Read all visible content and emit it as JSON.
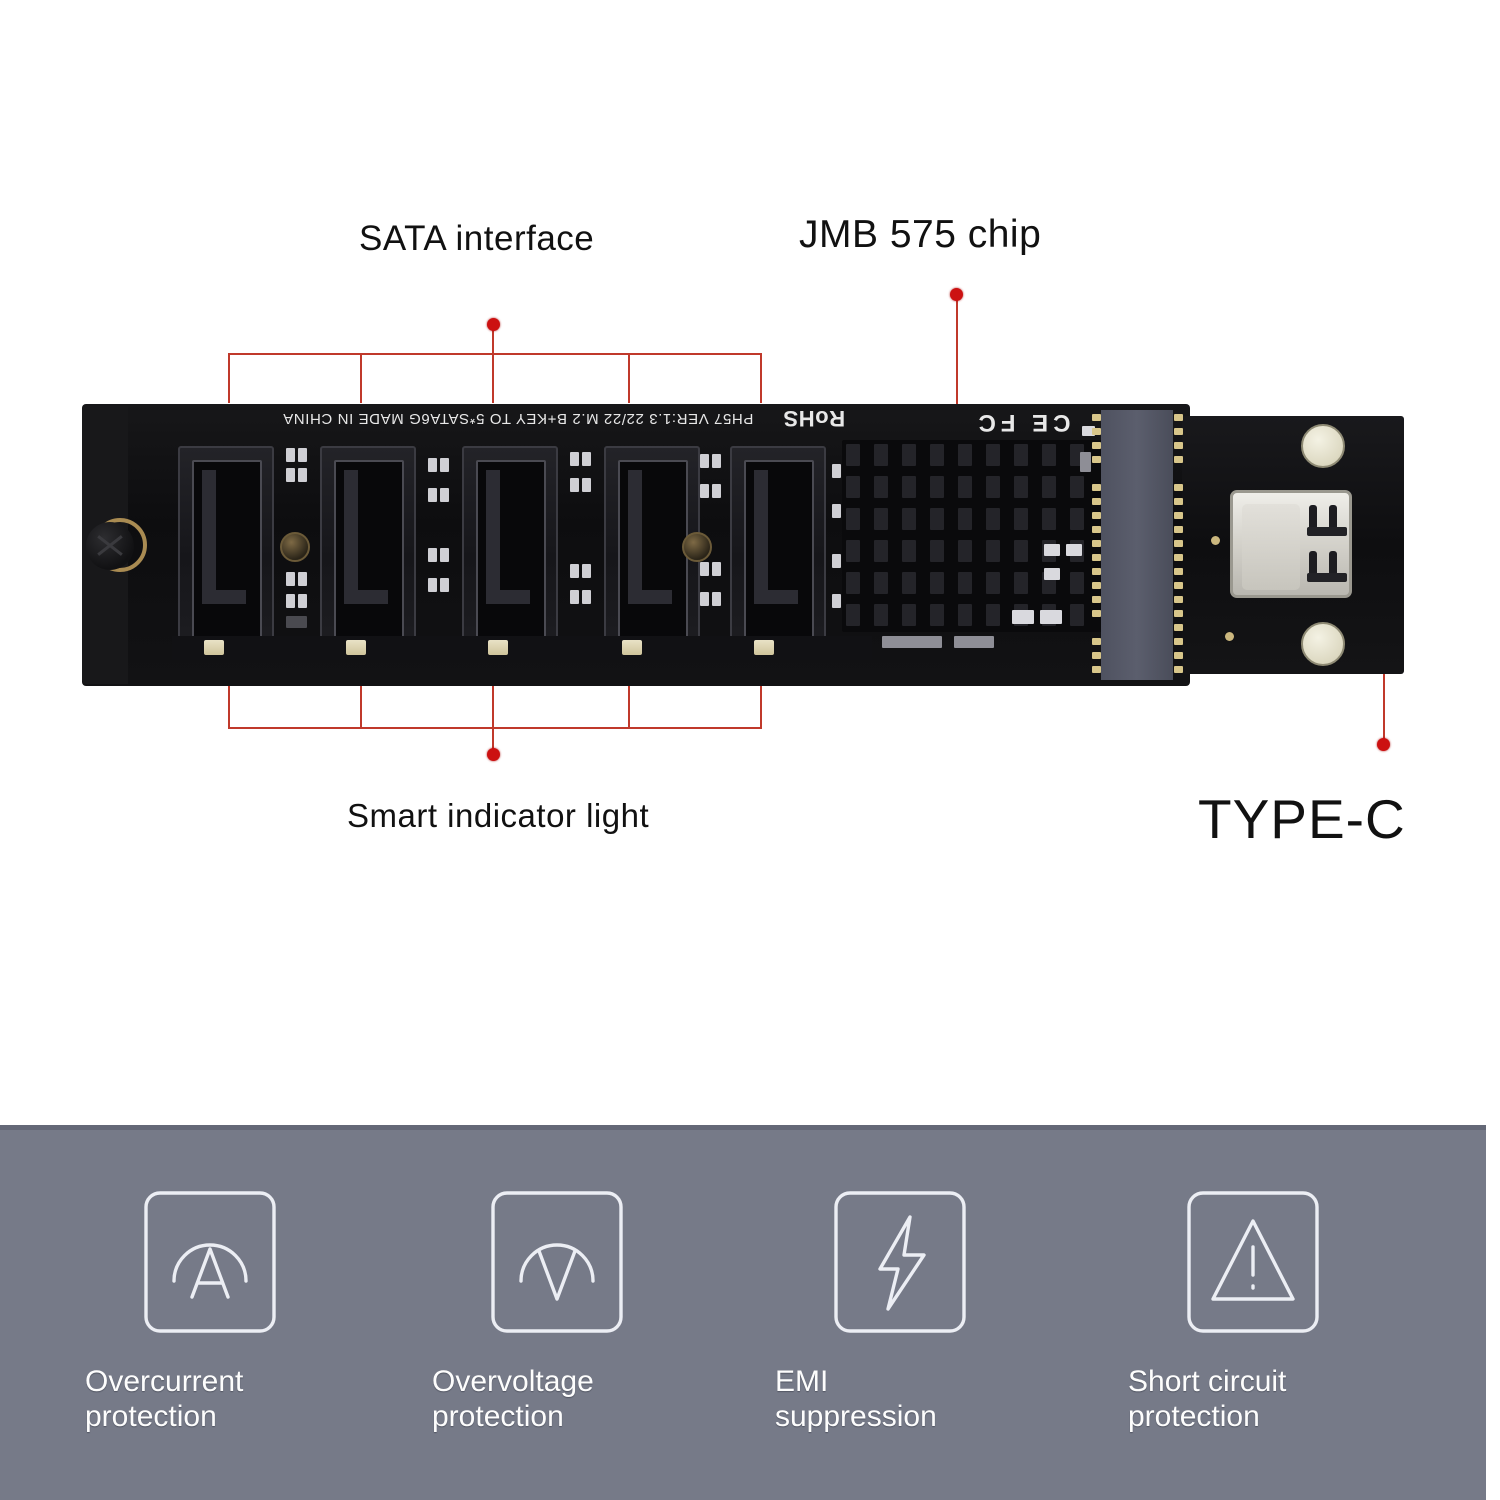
{
  "callouts": {
    "sata_interface": "SATA interface",
    "jmb_chip": "JMB 575 chip",
    "smart_indicator": "Smart indicator light",
    "type_c": "TYPE-C"
  },
  "board": {
    "silkscreen_main": "PH57  VER:1.3  22/22  M.2 B+KEY TO 5*SATA6G  MADE IN CHINA",
    "silkscreen_rohs": "RoHS",
    "silkscreen_cert": "CE FC",
    "port_count": 5,
    "led_count": 5
  },
  "panel": {
    "background_color": "#767a88",
    "features": [
      {
        "icon": "ampere-gauge-icon",
        "glyph": "A",
        "line1": "Overcurrent",
        "line2": "protection"
      },
      {
        "icon": "voltage-gauge-icon",
        "glyph": "V",
        "line1": "Overvoltage",
        "line2": "protection"
      },
      {
        "icon": "lightning-bolt-icon",
        "glyph": "",
        "line1": "EMI",
        "line2": "suppression"
      },
      {
        "icon": "warning-triangle-icon",
        "glyph": "!",
        "line1": "Short circuit",
        "line2": "protection"
      }
    ]
  },
  "colors": {
    "annotation_red": "#c0392b",
    "dot_red": "#cc1111",
    "pcb_black": "#121214",
    "gold": "#d8c68a"
  }
}
